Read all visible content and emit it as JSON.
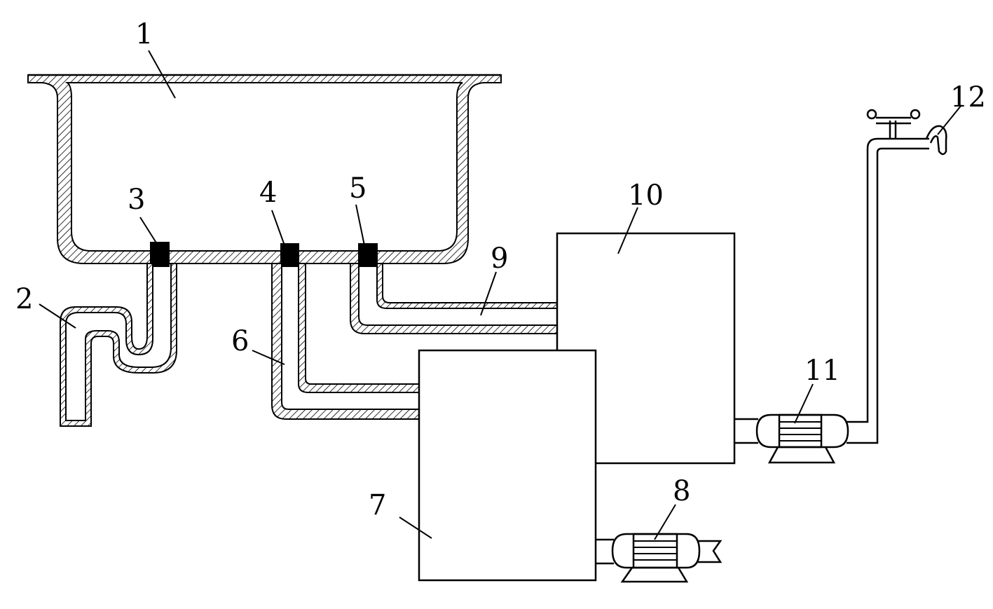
{
  "callouts": {
    "sink": "1",
    "trap": "2",
    "drain_3": "3",
    "drain_4": "4",
    "drain_5": "5",
    "pipe_6": "6",
    "tank_7": "7",
    "pump_8": "8",
    "pipe_9": "9",
    "tank_10": "10",
    "pump_11": "11",
    "faucet_12": "12"
  }
}
